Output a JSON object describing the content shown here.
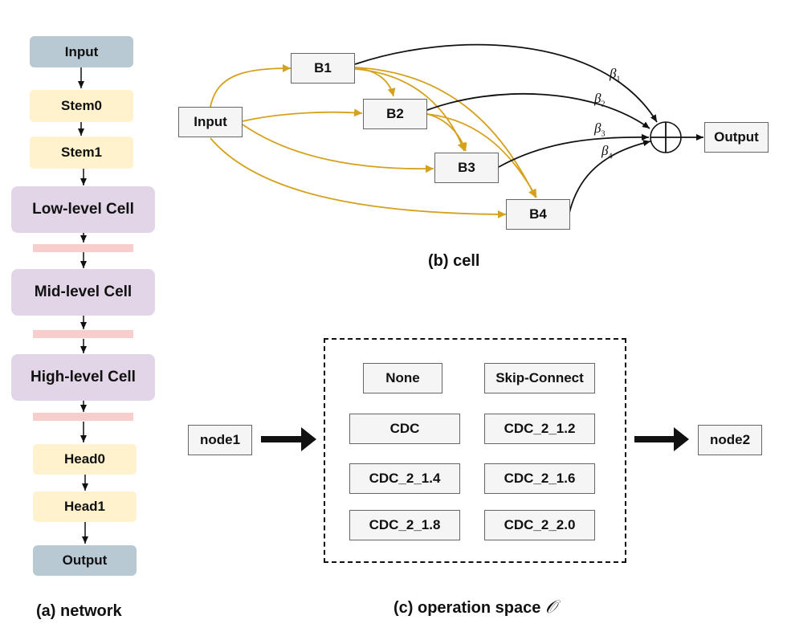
{
  "network": {
    "input": "Input",
    "stem0": "Stem0",
    "stem1": "Stem1",
    "low_cell": "Low-level Cell",
    "mid_cell": "Mid-level Cell",
    "high_cell": "High-level Cell",
    "head0": "Head0",
    "head1": "Head1",
    "output": "Output",
    "caption": "(a) network"
  },
  "cell": {
    "input": "Input",
    "blocks": [
      "B1",
      "B2",
      "B3",
      "B4"
    ],
    "betas": [
      "β",
      "β",
      "β",
      "β"
    ],
    "beta_subs": [
      "1",
      "2",
      "3",
      "4"
    ],
    "sum_symbol": "⊕",
    "output": "Output",
    "caption": "(b) cell"
  },
  "operation_space": {
    "node_in": "node1",
    "node_out": "node2",
    "ops": [
      "None",
      "Skip-Connect",
      "CDC",
      "CDC_2_1.2",
      "CDC_2_1.4",
      "CDC_2_1.6",
      "CDC_2_1.8",
      "CDC_2_2.0"
    ],
    "caption": "(c) operation space",
    "caption_symbol": "𝒪"
  },
  "colors": {
    "blue_box": "#b8c9d4",
    "yellow_box": "#fff2cc",
    "purple_box": "#e1d5e7",
    "pink_bar": "#f8cecc",
    "gray_box": "#f5f5f5",
    "gold_edge": "#d6a21e",
    "black_edge": "#111111"
  }
}
